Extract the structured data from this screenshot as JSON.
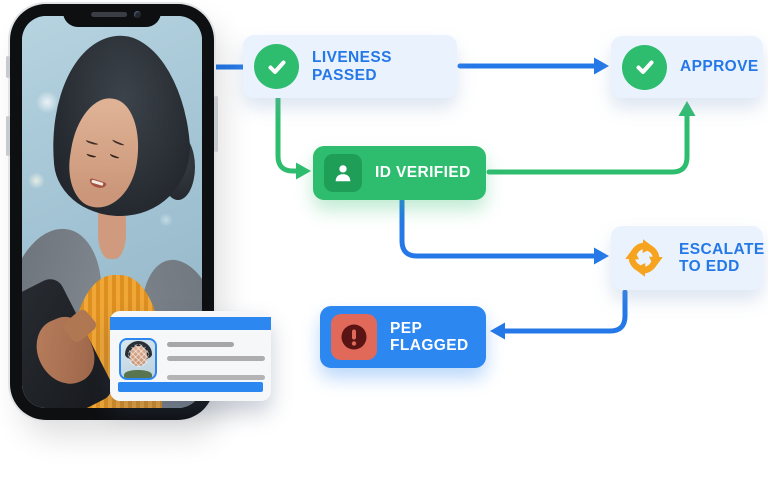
{
  "illustration_title": "identity-verification-kyc-flow",
  "colors": {
    "flow_blue": "#2478e8",
    "flow_green": "#2ebd6e",
    "badge_light_bg": "#e9f2fd",
    "id_verified_bg": "#2ebd6e",
    "id_icon_bg": "#1f9e58",
    "pep_bg": "#2d87f1",
    "alert_square": "#e0695a",
    "alert_circle": "#5a1414",
    "cycle_orange": "#f6a41f",
    "card_accent": "#2d87f1"
  },
  "flow": {
    "nodes": [
      {
        "id": "liveness-passed",
        "label": "LIVENESS PASSED",
        "icon": "check-circle-icon",
        "style": "light-blue"
      },
      {
        "id": "approve",
        "label": "APPROVE",
        "icon": "check-circle-icon",
        "style": "light-blue"
      },
      {
        "id": "id-verified",
        "label": "ID VERIFIED",
        "icon": "id-person-icon",
        "style": "green"
      },
      {
        "id": "escalate-to-edd",
        "label": "ESCALATE TO EDD",
        "icon": "cycle-arrows-icon",
        "style": "light-blue"
      },
      {
        "id": "pep-flagged",
        "label": "PEP FLAGGED",
        "icon": "alert-icon",
        "style": "blue"
      }
    ],
    "edges": [
      {
        "from": "phone",
        "to": "liveness-passed",
        "color": "blue"
      },
      {
        "from": "liveness-passed",
        "to": "approve",
        "color": "blue"
      },
      {
        "from": "liveness-passed",
        "to": "id-verified",
        "color": "green"
      },
      {
        "from": "id-verified",
        "to": "approve",
        "color": "green"
      },
      {
        "from": "id-verified",
        "to": "escalate-to-edd",
        "color": "blue"
      },
      {
        "from": "escalate-to-edd",
        "to": "pep-flagged",
        "color": "blue"
      }
    ]
  },
  "phone": {
    "content": "selfie-video-of-woman",
    "details": [
      "notch",
      "speaker",
      "front-camera",
      "side-buttons"
    ]
  },
  "id_card": {
    "photo": "woman-portrait-with-face-mesh",
    "placeholder_text_lines": 3,
    "bars": [
      "top-accent-bar",
      "bottom-accent-bar"
    ]
  }
}
